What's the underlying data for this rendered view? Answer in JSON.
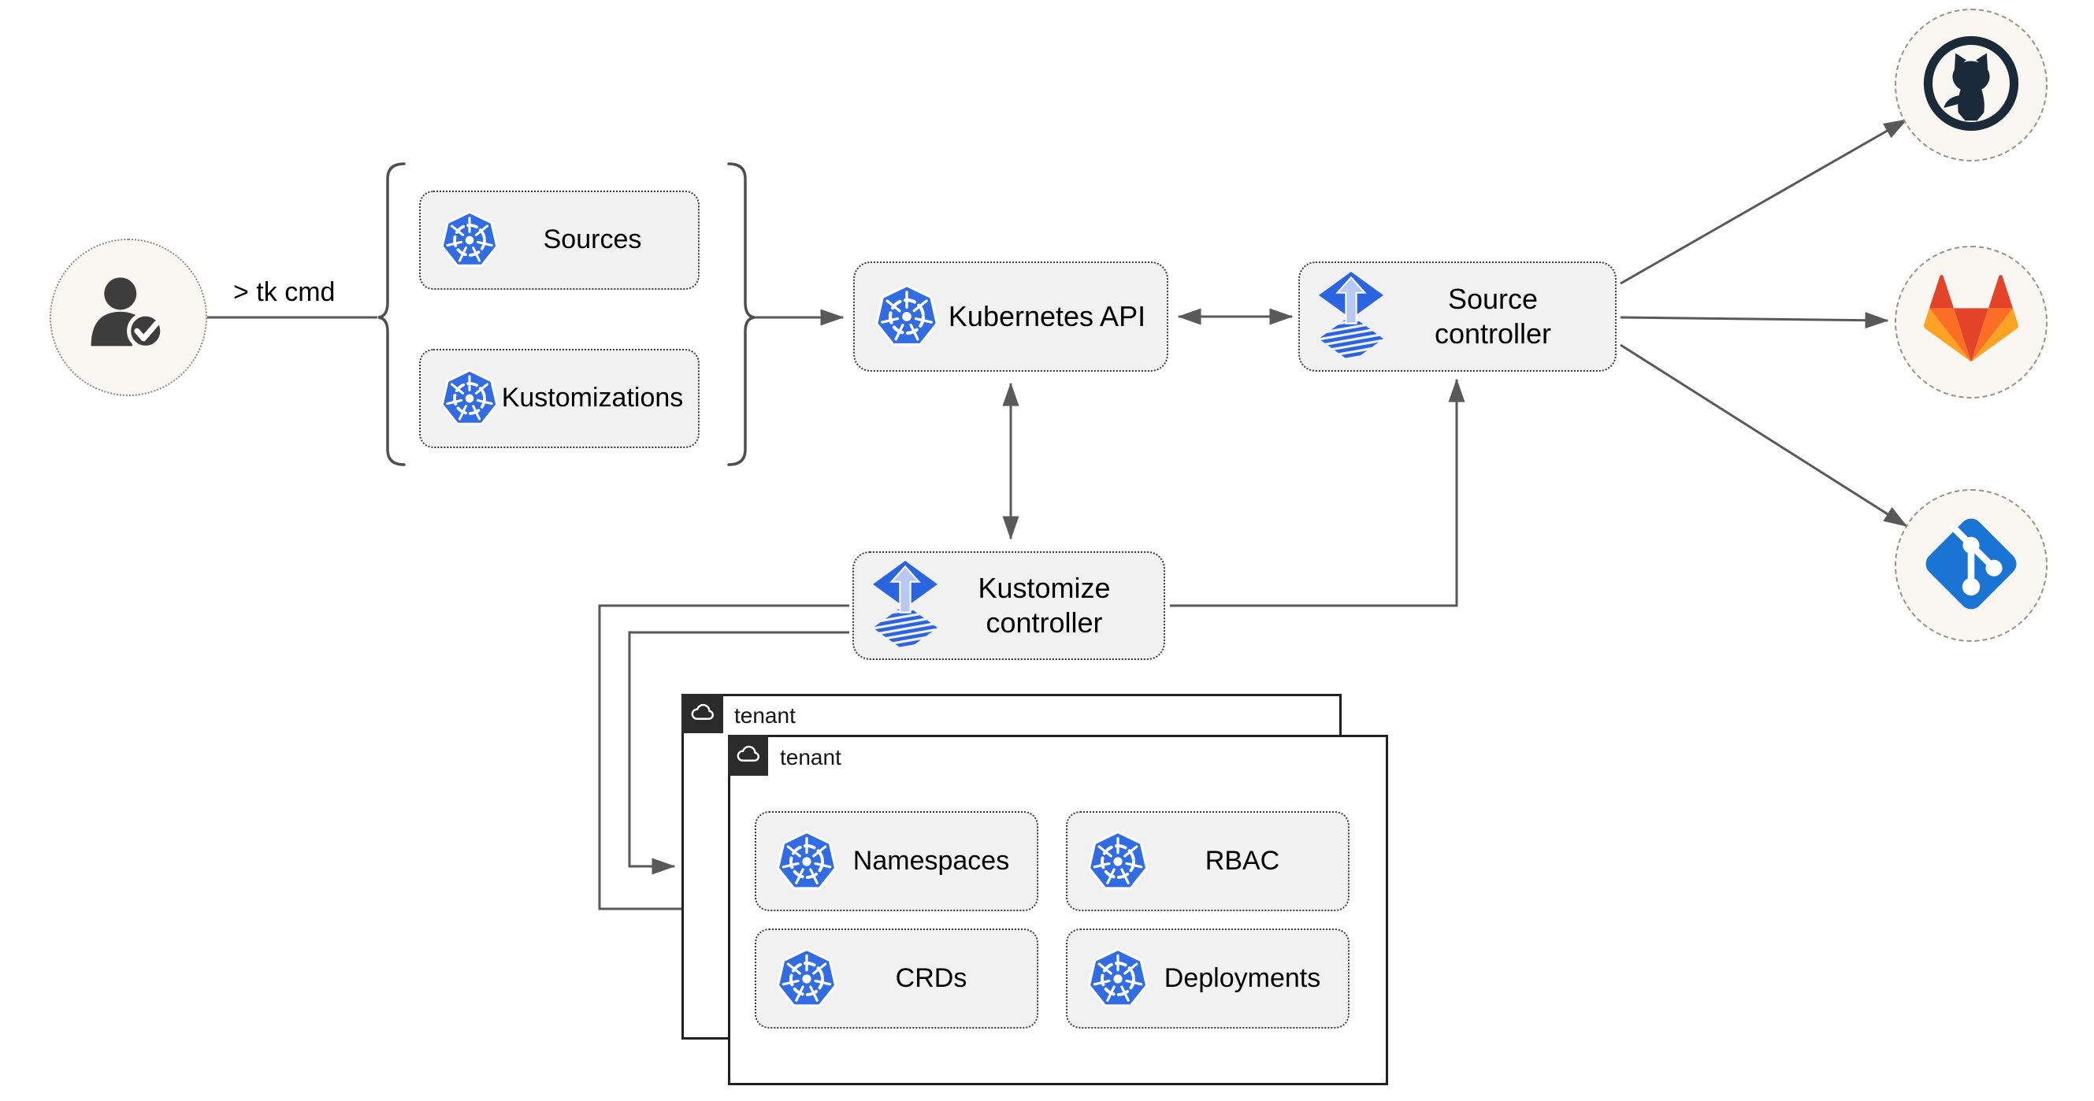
{
  "actor": {
    "command_label": "> tk cmd"
  },
  "cli_resources": {
    "sources": "Sources",
    "kustomizations": "Kustomizations"
  },
  "cluster": {
    "kubernetes_api": "Kubernetes API",
    "source_controller": {
      "line1": "Source",
      "line2": "controller"
    },
    "kustomize_controller": {
      "line1": "Kustomize",
      "line2": "controller"
    }
  },
  "git_providers": [
    {
      "id": "github",
      "icon": "github-icon"
    },
    {
      "id": "gitlab",
      "icon": "gitlab-icon"
    },
    {
      "id": "git",
      "icon": "git-icon"
    }
  ],
  "tenants": {
    "back": {
      "label": "tenant",
      "icon": "cloud-icon"
    },
    "front": {
      "label": "tenant",
      "icon": "cloud-icon"
    },
    "resources": {
      "namespaces": "Namespaces",
      "rbac": "RBAC",
      "crds": "CRDs",
      "deployments": "Deployments"
    }
  },
  "colors": {
    "kubernetes_blue": "#326ce5",
    "flux_blue": "#2b64e0",
    "flux_arrow_light": "#b9c8f2",
    "git_blue": "#1a74d4",
    "github_dark": "#1b2a38",
    "gitlab_red": "#e24329",
    "gitlab_orange": "#fc6d26",
    "gitlab_amber": "#fca326",
    "line_gray": "#595959",
    "node_fill": "#f1f1f1",
    "tab_dark": "#2b2b2b"
  }
}
